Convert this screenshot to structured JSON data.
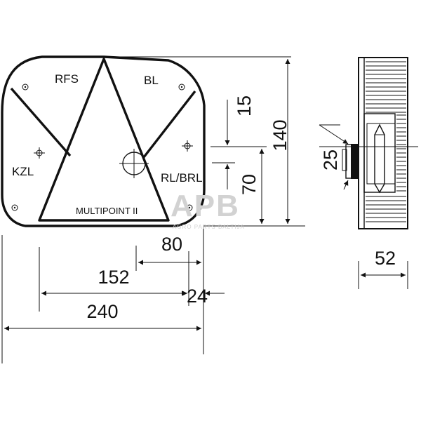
{
  "zones": {
    "rfs": "RFS",
    "bl": "BL",
    "kzl": "KZL",
    "rlbrl": "RL/BRL",
    "model": "MULTIPOINT II"
  },
  "dimensions": {
    "d15": "15",
    "d140": "140",
    "d70": "70",
    "d80": "80",
    "d152": "152",
    "d24": "24",
    "d240": "240",
    "d25": "25",
    "d52": "52"
  },
  "watermark": {
    "logo": "APB",
    "subtitle": "AGRO PARTS BALTIJA"
  }
}
